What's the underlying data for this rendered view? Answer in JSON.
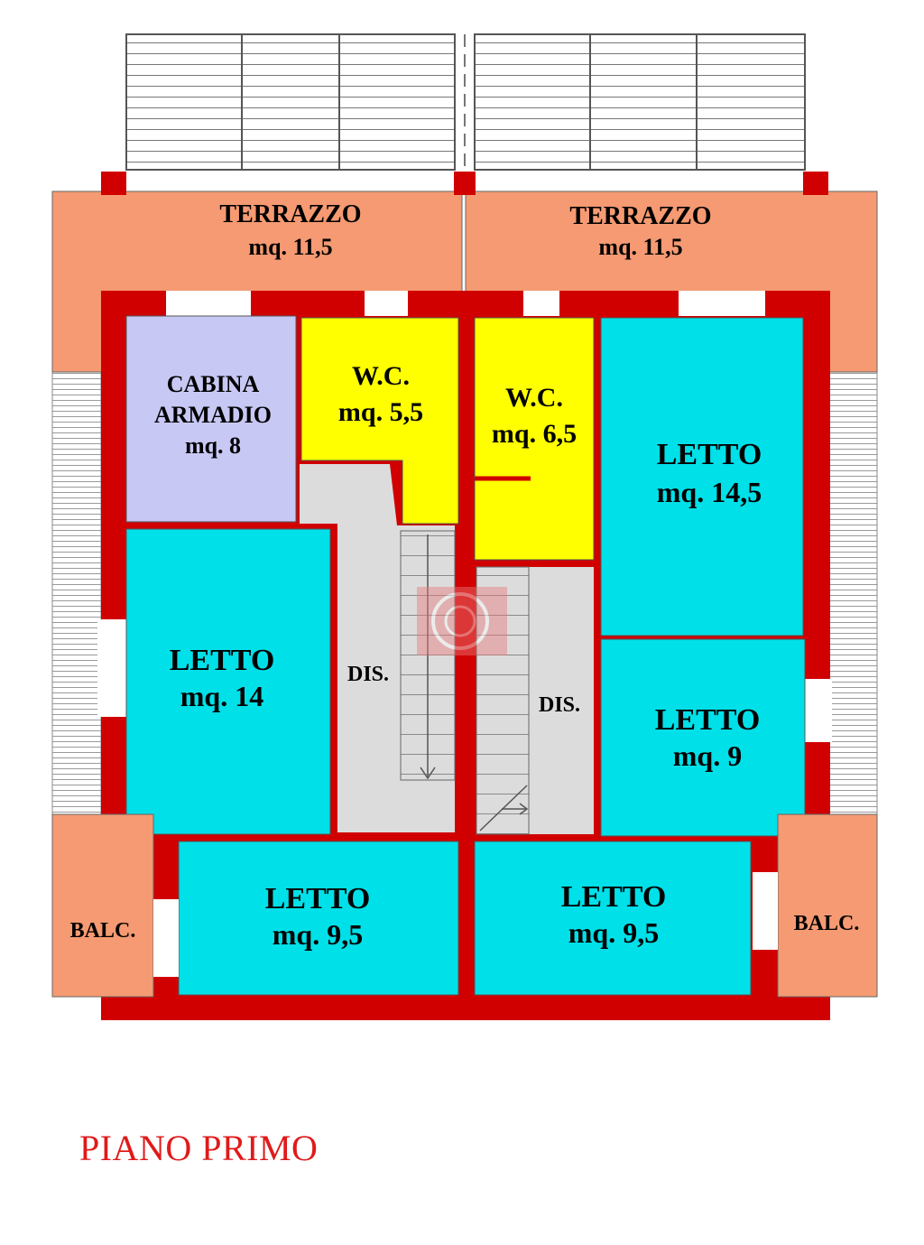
{
  "title": "PIANO PRIMO",
  "colors": {
    "wall": "#d10000",
    "terrace": "#f59a72",
    "bedroom": "#00e0e8",
    "bathroom": "#ffff00",
    "closet": "#c8c8f4",
    "corridor": "#dcdcdc",
    "title": "#e01a1a"
  },
  "rooms": {
    "terrazzo_left": {
      "name": "TERRAZZO",
      "area": "mq. 11,5"
    },
    "terrazzo_right": {
      "name": "TERRAZZO",
      "area": "mq. 11,5"
    },
    "cabina": {
      "name1": "CABINA",
      "name2": "ARMADIO",
      "area": "mq. 8"
    },
    "wc_left": {
      "name": "W.C.",
      "area": "mq. 5,5"
    },
    "wc_right": {
      "name": "W.C.",
      "area": "mq. 6,5"
    },
    "letto_tr": {
      "name": "LETTO",
      "area": "mq. 14,5"
    },
    "letto_ml": {
      "name": "LETTO",
      "area": "mq. 14"
    },
    "dis_left": {
      "name": "DIS."
    },
    "dis_right": {
      "name": "DIS."
    },
    "letto_mr": {
      "name": "LETTO",
      "area": "mq. 9"
    },
    "letto_bl": {
      "name": "LETTO",
      "area": "mq. 9,5"
    },
    "letto_br": {
      "name": "LETTO",
      "area": "mq. 9,5"
    },
    "balc_left": {
      "name": "BALC."
    },
    "balc_right": {
      "name": "BALC."
    }
  }
}
